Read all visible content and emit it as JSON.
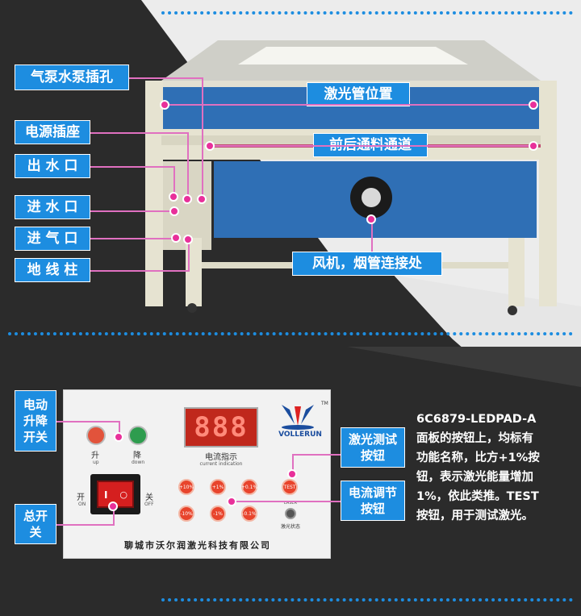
{
  "top_labels": {
    "air_water_pump_socket": "气泵水泵插孔",
    "laser_tube_position": "激光管位置",
    "power_socket": "电源插座",
    "front_rear_pass_through": "前后通料通道",
    "water_outlet": "出 水 口",
    "water_inlet": "进 水 口",
    "air_inlet": "进 气 口",
    "ground_post": "地 线 柱",
    "fan_connection": "风机，烟管连接处"
  },
  "panel": {
    "display_digits": "888",
    "current_indication_cn": "电流指示",
    "current_indication_en": "current indication",
    "brand": "VOLLERUN",
    "trademark": "TM",
    "up_cn": "升",
    "up_en": "up",
    "down_cn": "降",
    "down_en": "down",
    "on_cn": "开",
    "on_en": "ON",
    "off_cn": "关",
    "off_en": "OFF",
    "keys_top": [
      "+10%",
      "+1%",
      "+0.1%"
    ],
    "keys_bottom": [
      "-10%",
      "-1%",
      "-0.1%"
    ],
    "test_key": "TEST",
    "laser_status_en": "LASER",
    "laser_status_cn": "激光状态",
    "company": "聊城市沃尔润激光科技有限公司"
  },
  "bottom_labels": {
    "motor_lift": "电动\n升降\n开关",
    "main_switch": "总开\n关",
    "laser_test_key": "激光测试\n按钮",
    "current_adjust_key": "电流调节\n按钮"
  },
  "description": {
    "lines": [
      "6C6879-LEDPAD-A",
      "面板的按钮上，均标有",
      "功能名称，比方+1%按",
      "钮，表示激光能量增加",
      "1%，依此类推。TEST",
      "按钮，用于测试激光。"
    ]
  },
  "colors": {
    "accent_blue": "#1d8de0",
    "marker_pink": "#e8309a",
    "background_dark": "#2b2b2b",
    "panel_bg": "#f2f2f2",
    "key_red": "#e8442c"
  }
}
